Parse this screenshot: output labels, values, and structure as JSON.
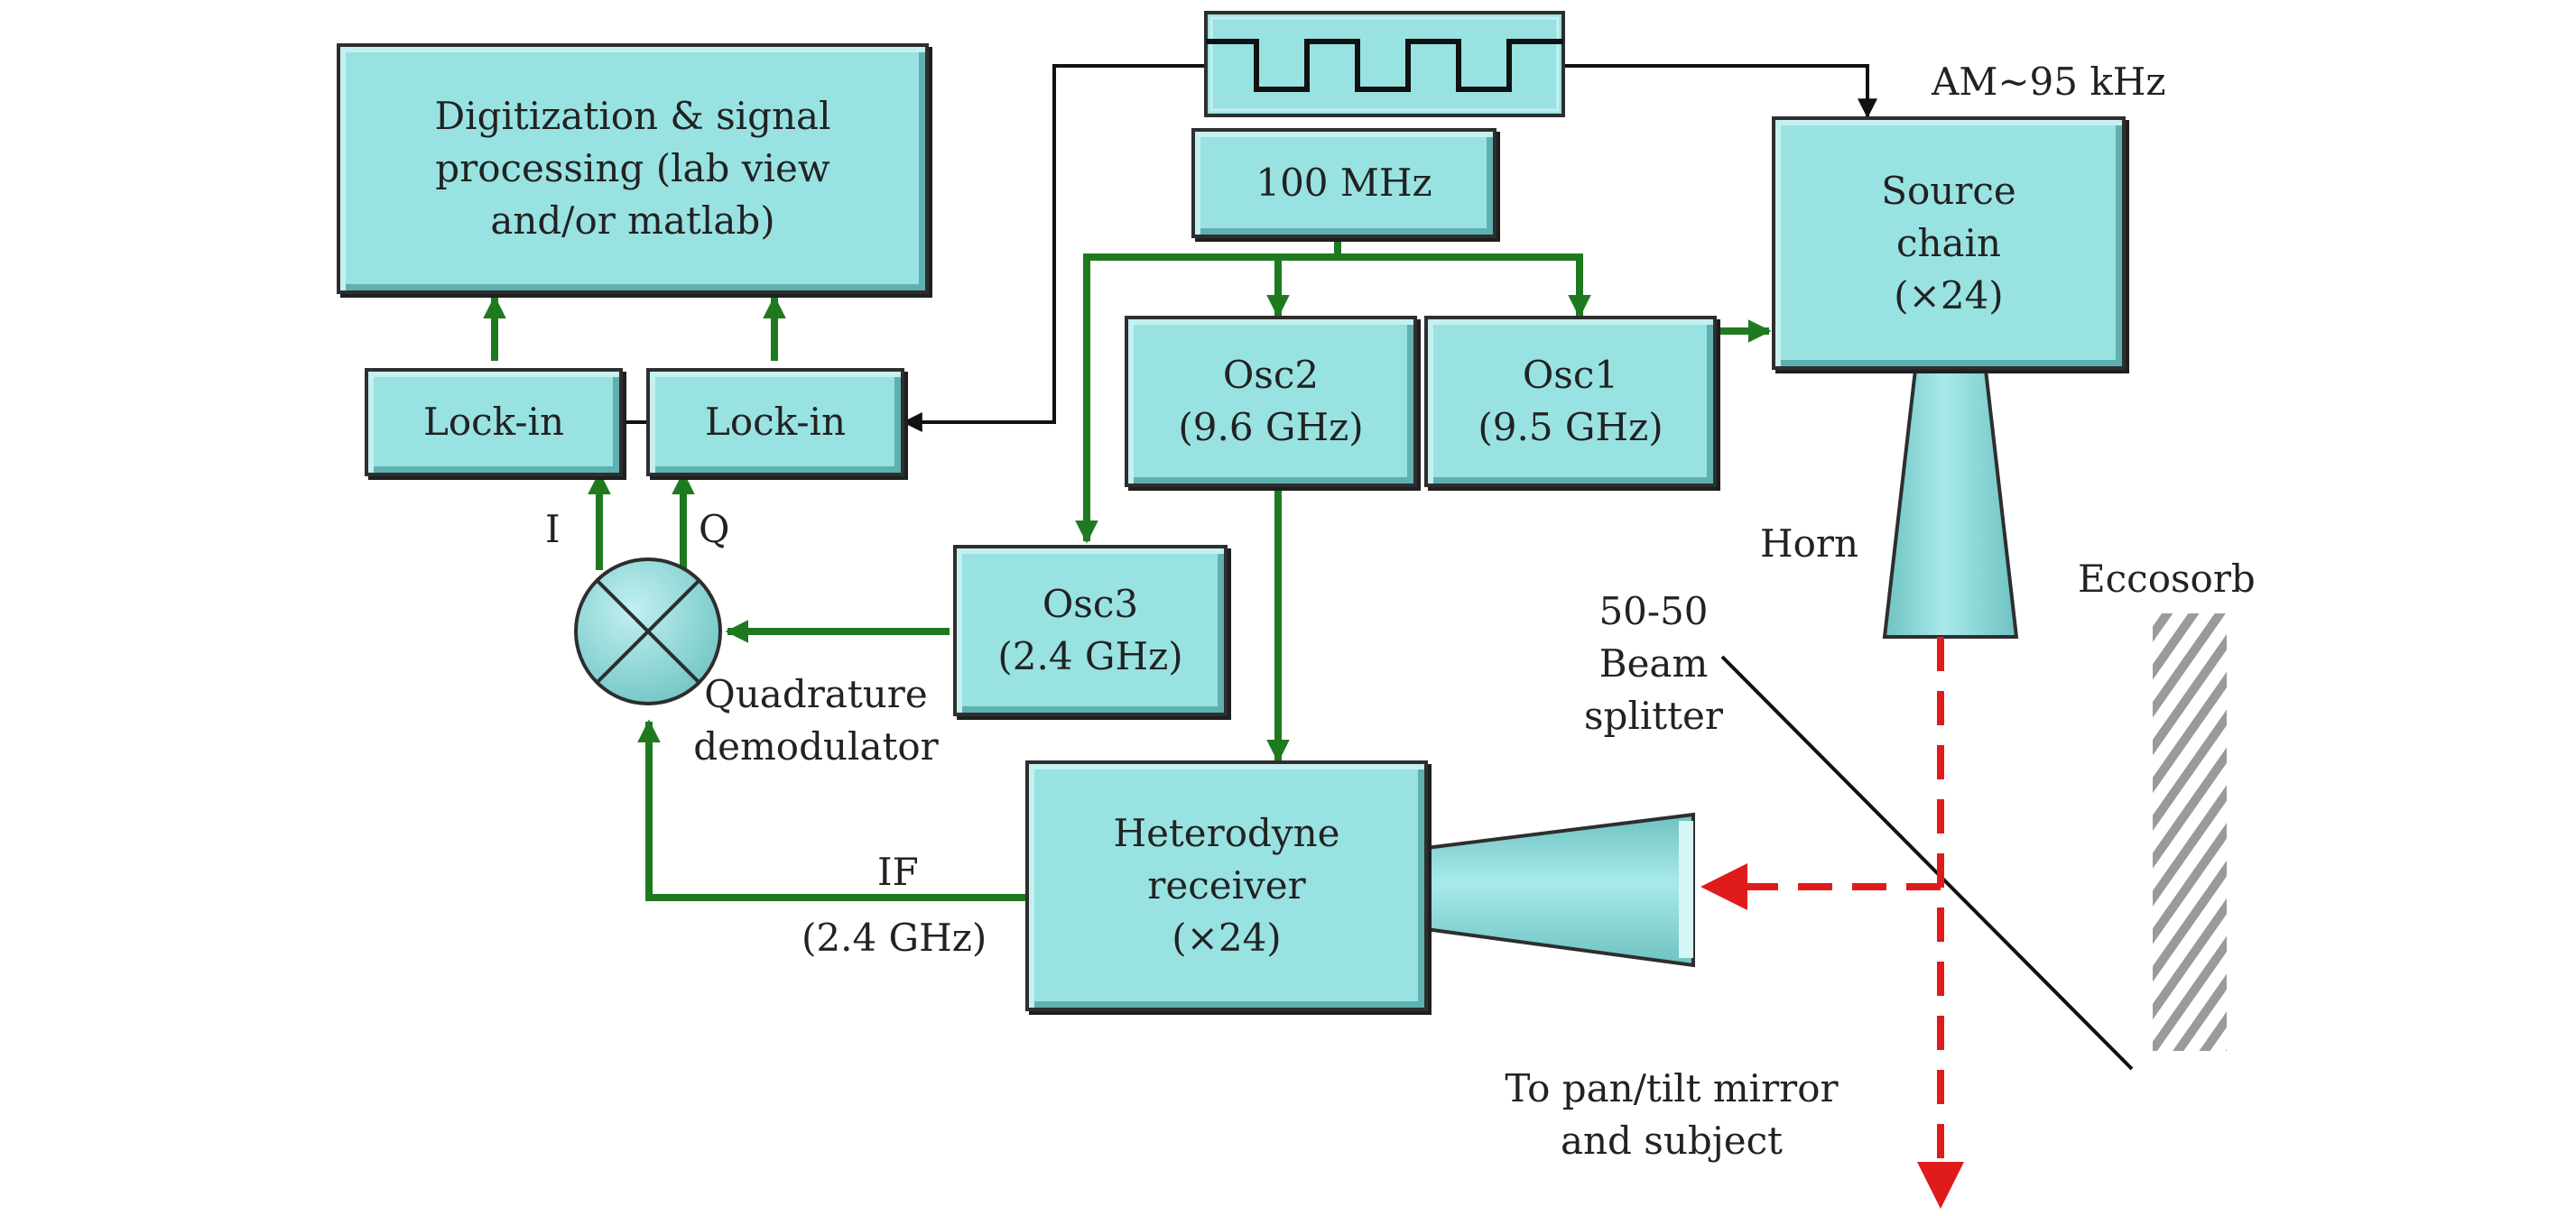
{
  "diagram": {
    "blocks": {
      "digitization": "Digitization & signal\nprocessing (lab view\nand/or matlab)",
      "lockin_left": "Lock-in",
      "lockin_right": "Lock-in",
      "ref_100mhz": "100 MHz",
      "source_chain": "Source\nchain\n(×24)",
      "osc2": "Osc2\n(9.6 GHz)",
      "osc1": "Osc1\n(9.5 GHz)",
      "osc3": "Osc3\n(2.4 GHz)",
      "heterodyne": "Heterodyne\nreceiver\n(×24)"
    },
    "labels": {
      "am": "AM~95 kHz",
      "horn": "Horn",
      "eccosorb": "Eccosorb",
      "beam_splitter": "50-50\nBeam\nsplitter",
      "i": "I",
      "q": "Q",
      "quadrature": "Quadrature\ndemodulator",
      "if_label": "IF",
      "if_freq": "(2.4 GHz)",
      "to_mirror": "To pan/tilt mirror\nand subject"
    },
    "colors": {
      "block_fill": "#99e2e2",
      "green_line": "#1f7a1f",
      "black_line": "#111111",
      "beam_red": "#e01b1b",
      "absorber_gray": "#9a9a9a"
    },
    "icons": {
      "square_wave": "square-wave-generator-icon",
      "mixer": "mixer-cross-circle-icon",
      "horn_source": "horn-antenna-icon",
      "horn_receiver": "receiver-horn-antenna-icon"
    }
  }
}
